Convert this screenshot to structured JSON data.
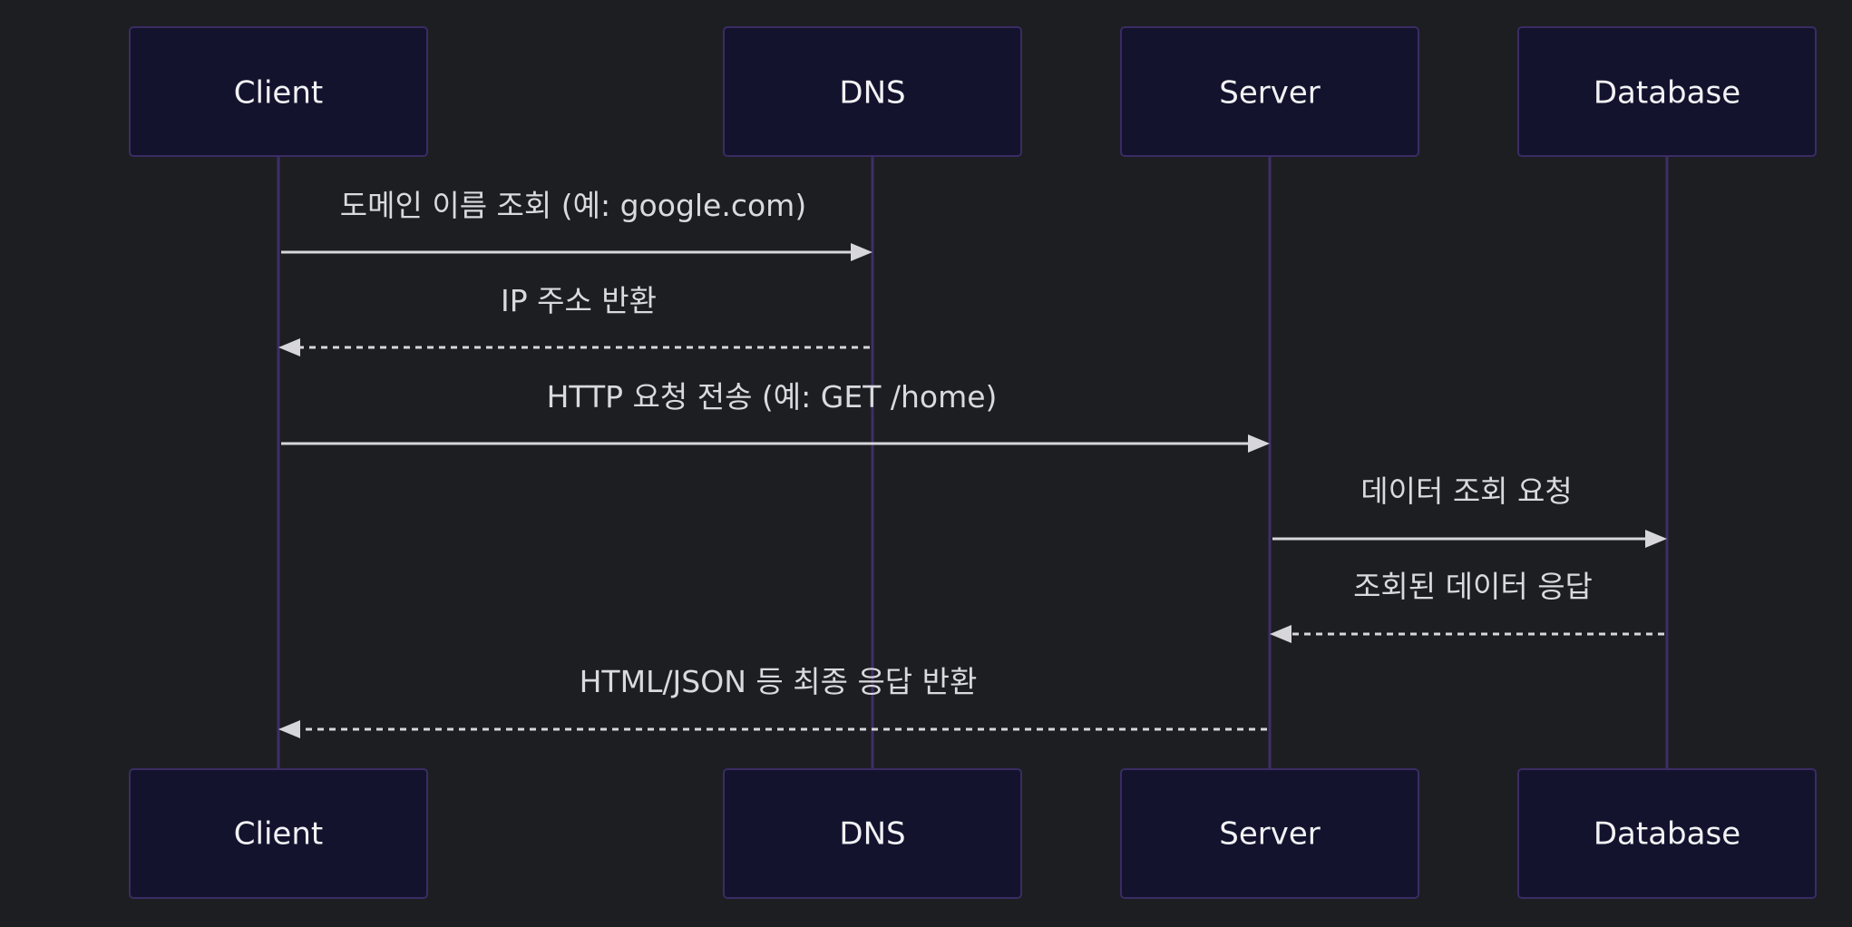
{
  "participants": [
    {
      "id": "client",
      "label": "Client"
    },
    {
      "id": "dns",
      "label": "DNS"
    },
    {
      "id": "server",
      "label": "Server"
    },
    {
      "id": "database",
      "label": "Database"
    }
  ],
  "messages": [
    {
      "from": "client",
      "to": "dns",
      "label": "도메인 이름 조회 (예: google.com)",
      "style": "solid"
    },
    {
      "from": "dns",
      "to": "client",
      "label": "IP 주소 반환",
      "style": "dashed"
    },
    {
      "from": "client",
      "to": "server",
      "label": "HTTP 요청 전송 (예: GET /home)",
      "style": "solid"
    },
    {
      "from": "server",
      "to": "database",
      "label": "데이터 조회 요청",
      "style": "solid"
    },
    {
      "from": "database",
      "to": "server",
      "label": "조회된 데이터 응답",
      "style": "dashed"
    },
    {
      "from": "server",
      "to": "client",
      "label": "HTML/JSON 등 최종 응답 반환",
      "style": "dashed"
    }
  ]
}
